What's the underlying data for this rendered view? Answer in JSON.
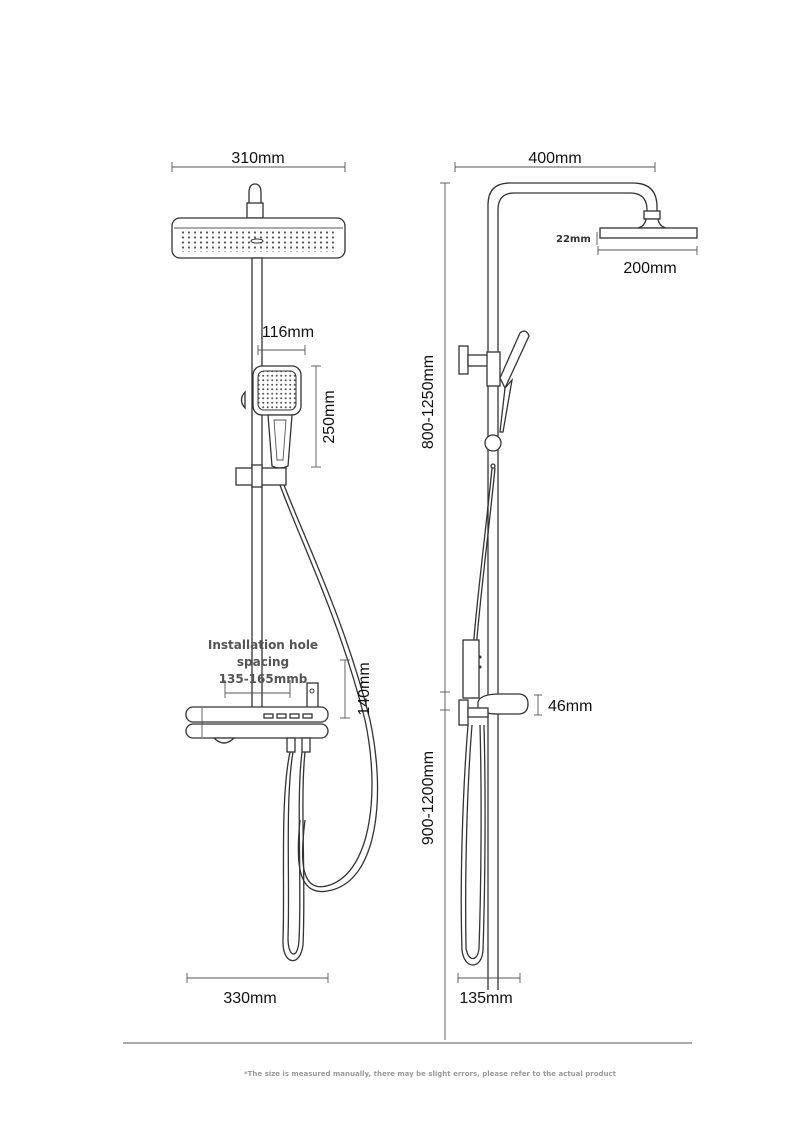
{
  "left_view": {
    "top_width": "310mm",
    "handheld_width": "116mm",
    "handheld_height": "250mm",
    "install_note_line1": "Installation hole",
    "install_note_line2": "spacing",
    "install_note_line3": "135-165mmb",
    "spout_height": "140mm",
    "shelf_width": "330mm"
  },
  "right_view": {
    "arm_reach": "400mm",
    "head_thickness": "22mm",
    "head_diameter": "200mm",
    "upper_height": "800-1250mm",
    "lower_height": "900-1200mm",
    "soap_dish_height": "46mm",
    "base_depth": "135mm"
  },
  "footer_note": "*The size is measured manually, there may be slight errors, please refer to the actual product"
}
